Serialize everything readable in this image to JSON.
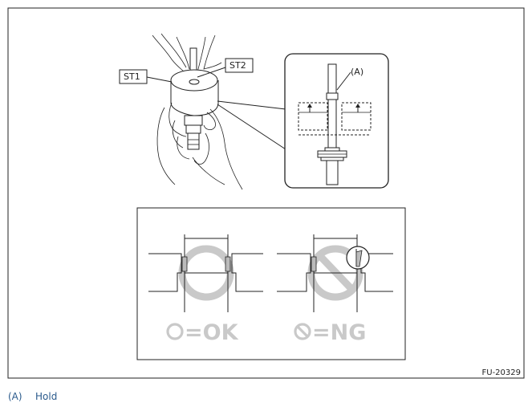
{
  "figure": {
    "callouts": {
      "st1": "ST1",
      "st2": "ST2",
      "a": "(A)"
    },
    "ok_label": "=OK",
    "ng_label": "=NG",
    "figure_code": "FU-20329",
    "colors": {
      "line": "#222222",
      "watermark": "#c9c9c9",
      "legend_text": "#2a5a8c"
    }
  },
  "legend": [
    {
      "key": "(A)",
      "text": "Hold"
    }
  ]
}
